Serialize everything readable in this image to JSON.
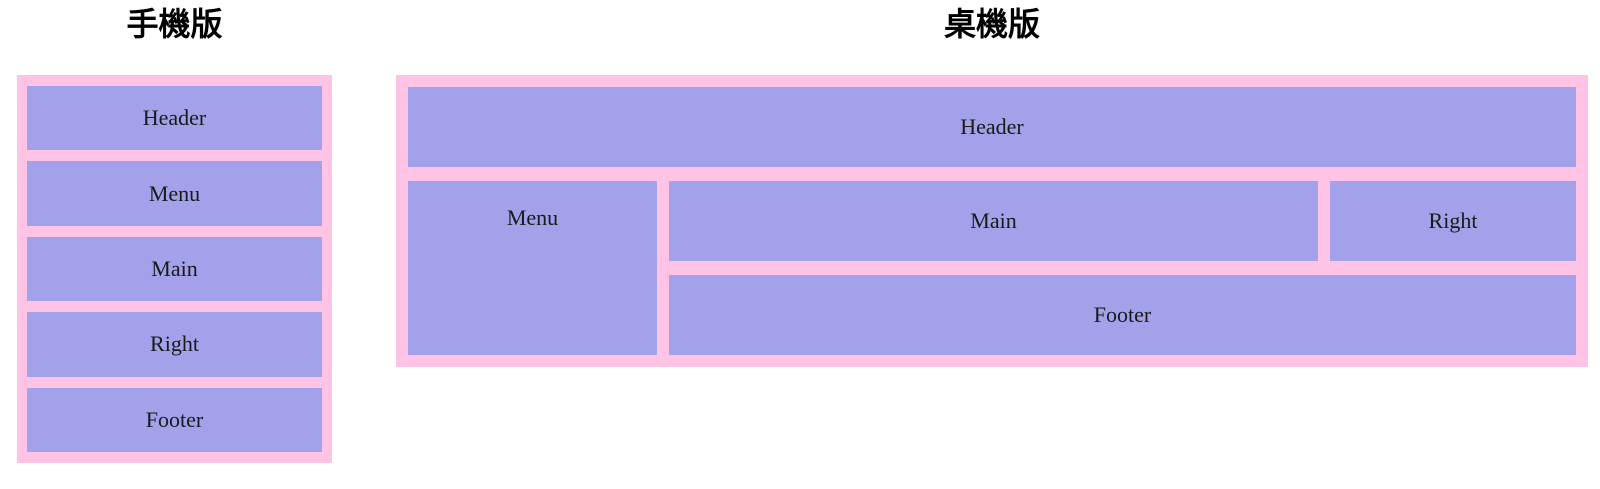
{
  "palette": {
    "page_bg": "#ffffff",
    "container_pink": "#ffc3e6",
    "box_purple": "#a2a1ea",
    "label_text": "#1a1a1a",
    "title_text": "#000000"
  },
  "mobile": {
    "title": "手機版",
    "boxes": [
      "Header",
      "Menu",
      "Main",
      "Right",
      "Footer"
    ]
  },
  "desktop": {
    "title": "桌機版",
    "boxes": {
      "header": "Header",
      "menu": "Menu",
      "main": "Main",
      "right": "Right",
      "footer": "Footer"
    }
  }
}
